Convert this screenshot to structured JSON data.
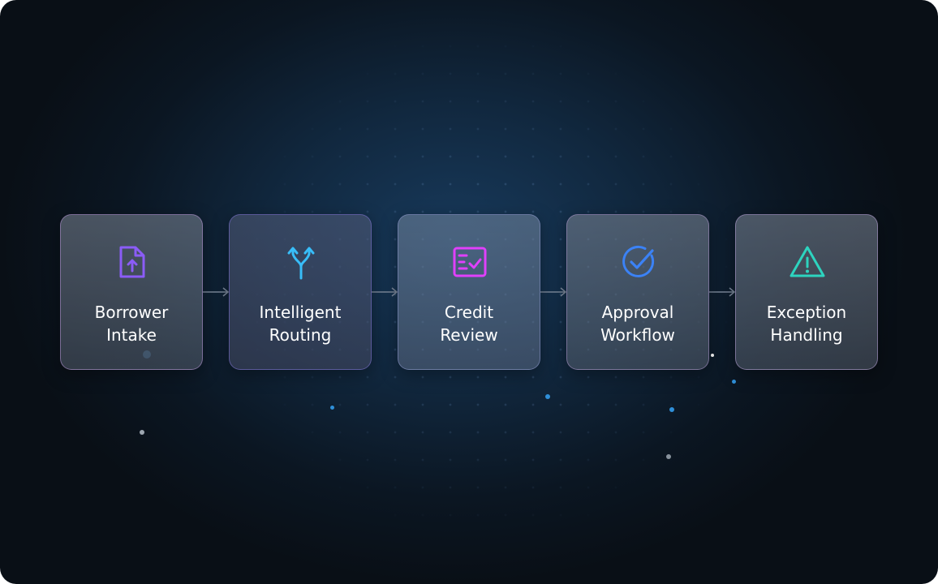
{
  "steps": [
    {
      "line1": "Borrower",
      "line2": "Intake",
      "icon": "file-upload-icon",
      "icon_color": "#8b5cf6"
    },
    {
      "line1": "Intelligent",
      "line2": "Routing",
      "icon": "split-routing-icon",
      "icon_color": "#38bdf8"
    },
    {
      "line1": "Credit",
      "line2": "Review",
      "icon": "checklist-icon",
      "icon_color": "#e040fb"
    },
    {
      "line1": "Approval",
      "line2": "Workflow",
      "icon": "check-circle-icon",
      "icon_color": "#3b82f6"
    },
    {
      "line1": "Exception",
      "line2": "Handling",
      "icon": "warning-icon",
      "icon_color": "#2dd4bf"
    }
  ],
  "colors": {
    "background_center": "#183a5c",
    "background_edge": "#090f16",
    "connector": "#7a8799",
    "text": "#ffffff"
  }
}
